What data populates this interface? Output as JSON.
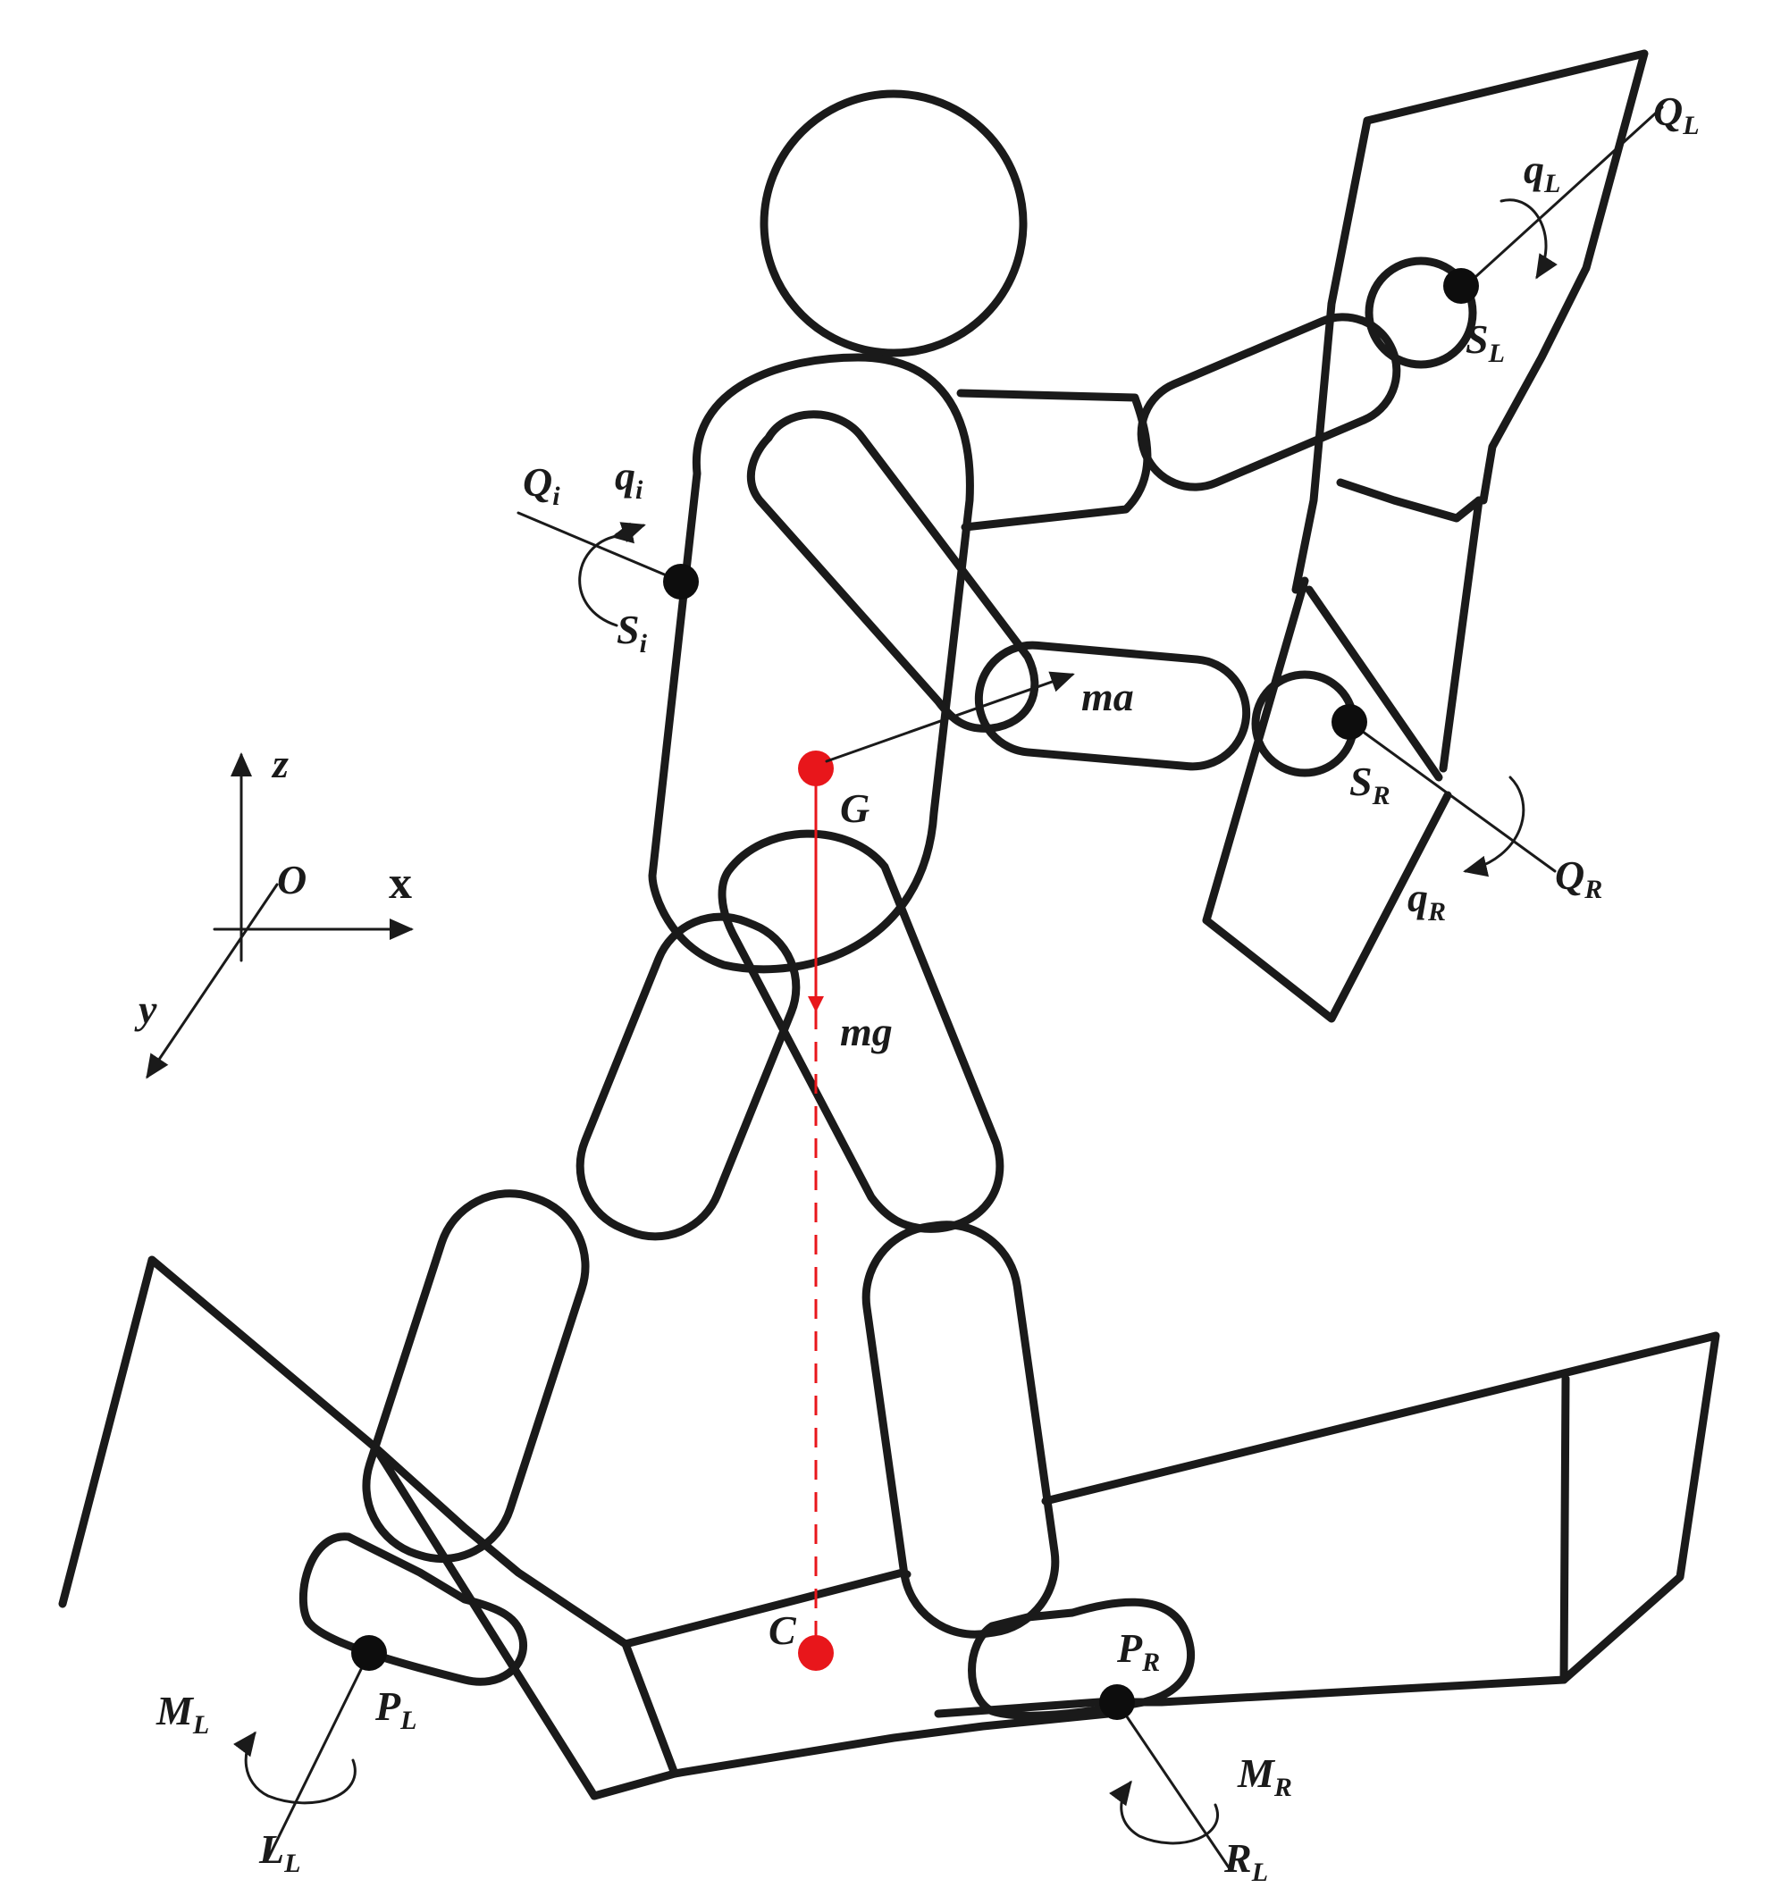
{
  "diagram": {
    "colors": {
      "line": "#1a1a1a",
      "com": "#e8161b",
      "background": "#ffffff"
    },
    "axes": {
      "origin": "O",
      "x": "x",
      "y": "y",
      "z": "z"
    },
    "labels": {
      "Q_i": {
        "main": "Q",
        "sub": "i"
      },
      "q_i": {
        "main": "q",
        "sub": "i"
      },
      "S_i": {
        "main": "S",
        "sub": "i"
      },
      "Q_L": {
        "main": "Q",
        "sub": "L"
      },
      "q_L": {
        "main": "q",
        "sub": "L"
      },
      "S_L": {
        "main": "S",
        "sub": "L"
      },
      "ma": {
        "main": "ma"
      },
      "S_R": {
        "main": "S",
        "sub": "R"
      },
      "Q_R": {
        "main": "Q",
        "sub": "R"
      },
      "q_R": {
        "main": "q",
        "sub": "R"
      },
      "G": {
        "main": "G"
      },
      "mg": {
        "main": "mg"
      },
      "C": {
        "main": "C"
      },
      "P_L": {
        "main": "P",
        "sub": "L"
      },
      "M_L": {
        "main": "M",
        "sub": "L"
      },
      "L_L": {
        "main": "L",
        "sub": "L"
      },
      "P_R": {
        "main": "P",
        "sub": "R"
      },
      "M_R": {
        "main": "M",
        "sub": "R"
      },
      "R_L": {
        "main": "R",
        "sub": "L"
      }
    }
  }
}
